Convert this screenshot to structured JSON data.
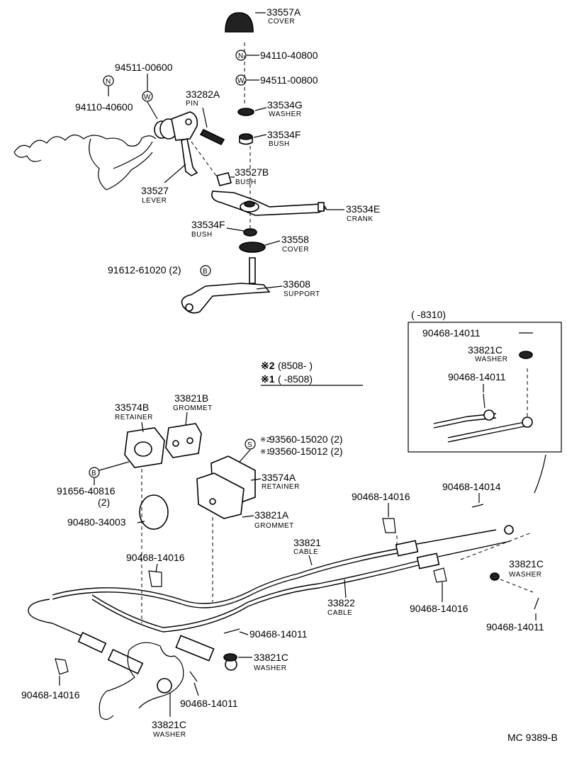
{
  "callouts": [
    {
      "part": "33557A",
      "name": "COVER"
    },
    {
      "part": "94110-40800",
      "name": ""
    },
    {
      "part": "94511-00800",
      "name": ""
    },
    {
      "part": "94511-00600",
      "name": ""
    },
    {
      "part": "94110-40600",
      "name": ""
    },
    {
      "part": "33282A",
      "name": "PIN"
    },
    {
      "part": "33534G",
      "name": "WASHER"
    },
    {
      "part": "33534F",
      "name": "BUSH"
    },
    {
      "part": "33527B",
      "name": "BUSH"
    },
    {
      "part": "33527",
      "name": "LEVER"
    },
    {
      "part": "33534E",
      "name": "CRANK"
    },
    {
      "part": "33534F",
      "name": "BUSH"
    },
    {
      "part": "33558",
      "name": "COVER"
    },
    {
      "part": "91612-61020 (2)",
      "name": ""
    },
    {
      "part": "33608",
      "name": "SUPPORT"
    },
    {
      "part": "33574B",
      "name": "RETAINER"
    },
    {
      "part": "33821B",
      "name": "GROMMET"
    },
    {
      "part": "93560-15020 (2)",
      "name": ""
    },
    {
      "part": "93560-15012 (2)",
      "name": ""
    },
    {
      "part": "33574A",
      "name": "RETAINER"
    },
    {
      "part": "33821A",
      "name": "GROMMET"
    },
    {
      "part": "91656-40816",
      "name": "(2)"
    },
    {
      "part": "90480-34003",
      "name": ""
    },
    {
      "part": "90468-14016",
      "name": ""
    },
    {
      "part": "33821",
      "name": "CABLE"
    },
    {
      "part": "33822",
      "name": "CABLE"
    },
    {
      "part": "90468-14016",
      "name": ""
    },
    {
      "part": "90468-14014",
      "name": ""
    },
    {
      "part": "33821C",
      "name": "WASHER"
    },
    {
      "part": "90468-14016",
      "name": ""
    },
    {
      "part": "90468-14011",
      "name": ""
    },
    {
      "part": "90468-14011",
      "name": ""
    },
    {
      "part": "33821C",
      "name": "WASHER"
    },
    {
      "part": "90468-14016",
      "name": ""
    },
    {
      "part": "90468-14011",
      "name": ""
    },
    {
      "part": "33821C",
      "name": "WASHER"
    }
  ],
  "markers": {
    "n": "N",
    "w": "W",
    "b": "B",
    "s": "S"
  },
  "footnotes": {
    "note2_mark": "※2",
    "note2_range": "(8508-        )",
    "note1_mark": "※1",
    "note1_range": "(        -8508)",
    "ref2": "※2",
    "ref1": "※1"
  },
  "inset": {
    "range": "(      -8310)",
    "callouts": [
      {
        "part": "90468-14011",
        "name": ""
      },
      {
        "part": "33821C",
        "name": "WASHER"
      },
      {
        "part": "90468-14011",
        "name": ""
      }
    ]
  },
  "figure_code": "MC 9389-B"
}
